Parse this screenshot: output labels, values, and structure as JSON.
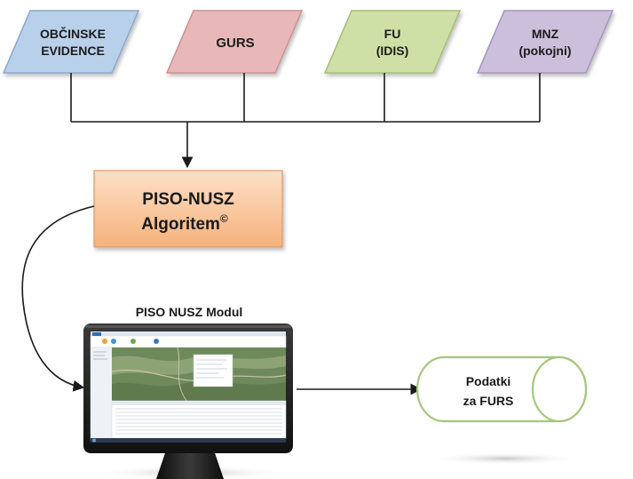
{
  "sources": [
    {
      "line1": "OBČINSKE",
      "line2": "EVIDENCE",
      "fill": "#b9d0ea",
      "stroke": "#8aa8cc"
    },
    {
      "line1": "GURS",
      "line2": "",
      "fill": "#e8b8b8",
      "stroke": "#c99292"
    },
    {
      "line1": "FU",
      "line2": "(IDIS)",
      "fill": "#cfe0a6",
      "stroke": "#a6bd79"
    },
    {
      "line1": "MNZ",
      "line2": "(pokojni)",
      "fill": "#cbbfdc",
      "stroke": "#a595bd"
    }
  ],
  "algorithm": {
    "line1": "PISO-NUSZ",
    "line2": "Algoritem",
    "mark": "©",
    "fill_top": "#fde0c6",
    "fill_bottom": "#f6b27c",
    "stroke": "#d99a66"
  },
  "module": {
    "title": "PISO NUSZ Modul"
  },
  "output": {
    "line1": "Podatki",
    "line2": "za FURS",
    "stroke": "#a6c77a"
  },
  "colors": {
    "connector": "#1a1a1a",
    "monitor": "#1c1c1c"
  }
}
